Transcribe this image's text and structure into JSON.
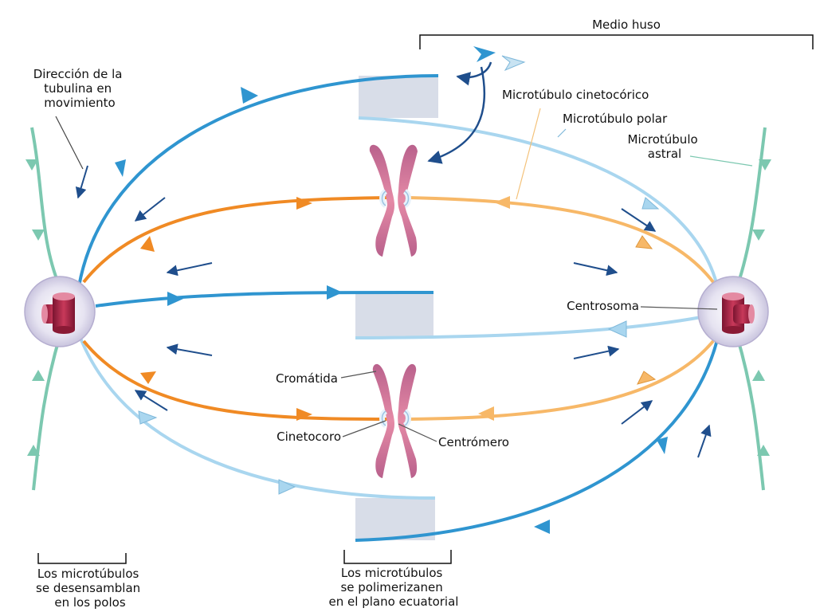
{
  "labels": {
    "half_spindle": "Medio huso",
    "tubulin_direction": [
      "Dirección de la",
      "tubulina en",
      "movimiento"
    ],
    "kinetochore_mt": "Microtúbulo cinetocórico",
    "polar_mt": "Microtúbulo polar",
    "astral_mt": [
      "Microtúbulo",
      "astral"
    ],
    "centrosome": "Centrosoma",
    "chromatid": "Cromátida",
    "kinetochore": "Cinetocoro",
    "centromere": "Centrómero",
    "poles_note": [
      "Los microtúbulos",
      "se desensamblan",
      "en los polos"
    ],
    "equator_note": [
      "Los microtúbulos",
      "se polimerizanen",
      "en el plano ecuatorial"
    ]
  },
  "colors": {
    "kinetochore_mt": "#f08a24",
    "kinetochore_mt_light": "#f7b868",
    "polar_mt": "#2f95d0",
    "polar_mt_light": "#a9d6ef",
    "astral_mt": "#7cc8b0",
    "flow_arrow": "#1f4e8c",
    "centrosome": "#a5203f",
    "chromatid": "#d96a8d",
    "overlap_zone": "#d8dde8"
  }
}
